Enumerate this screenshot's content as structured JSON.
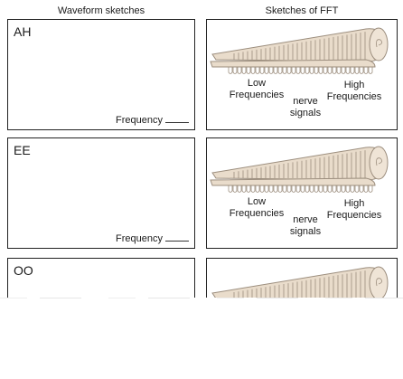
{
  "headers": {
    "waveform": "Waveform sketches",
    "fft": "Sketches of FFT"
  },
  "rows": [
    {
      "vowel": "AH",
      "frequency_label": "Frequency"
    },
    {
      "vowel": "EE",
      "frequency_label": "Frequency"
    },
    {
      "vowel": "OO"
    }
  ],
  "cochlea_labels": {
    "low": "Low\nFrequencies",
    "nerve": "nerve\nsignals",
    "high": "High\nFrequencies"
  },
  "colors": {
    "cochlea_fill": "#e9dccb",
    "cochlea_stroke": "#9c8e7e",
    "border": "#222222"
  }
}
